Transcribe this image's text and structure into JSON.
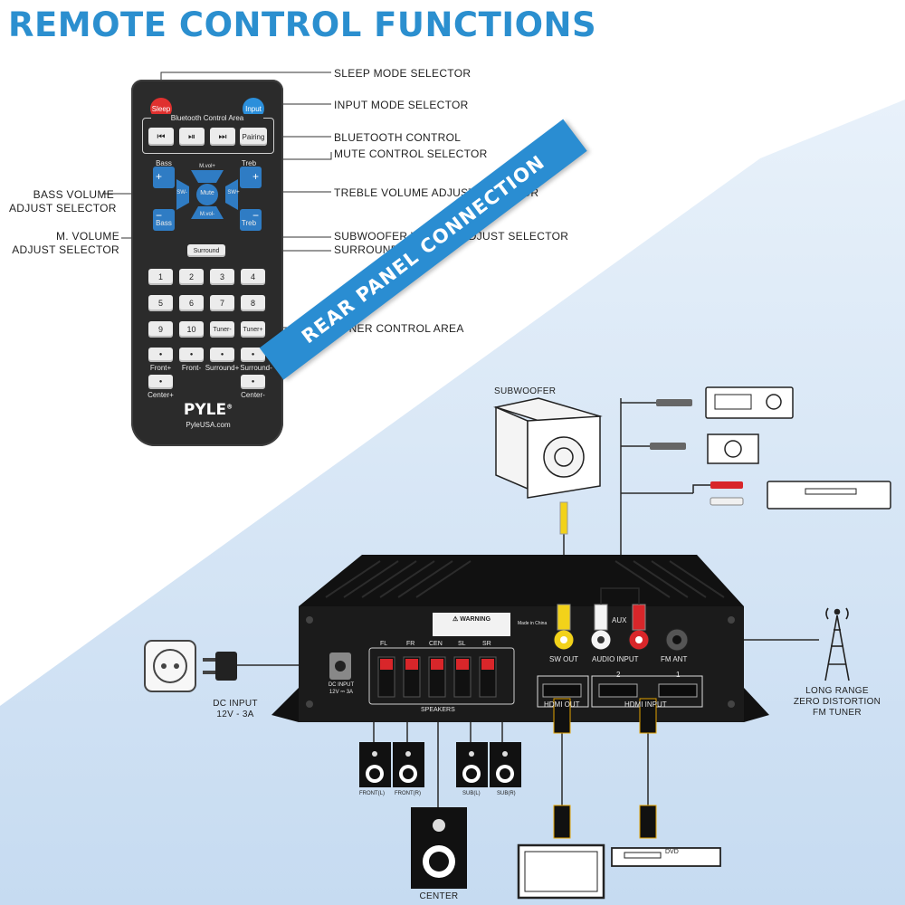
{
  "title": "REMOTE CONTROL FUNCTIONS",
  "band_text": "REAR PANEL CONNECTION",
  "callouts": {
    "sleep_mode": "SLEEP MODE SELECTOR",
    "input_mode": "INPUT MODE SELECTOR",
    "bluetooth": "BLUETOOTH CONTROL",
    "mute": "MUTE CONTROL SELECTOR",
    "treble": "TREBLE VOLUME ADJUST SELECTOR",
    "subwoofer": "SUBWOOFER VOLUME ADJUST SELECTOR",
    "surround": "SURROUND MODE",
    "tuner": "TUNER CONTROL AREA",
    "bass_1": "BASS VOLUME",
    "bass_2": "ADJUST SELECTOR",
    "mvol_1": "M. VOLUME",
    "mvol_2": "ADJUST SELECTOR"
  },
  "remote": {
    "sleep": "Sleep",
    "input": "Input",
    "bt_area": "Bluetooth Control Area",
    "bt_buttons": [
      "⏮",
      "⏯",
      "⏭"
    ],
    "pairing": "Pairing",
    "bass": "Bass",
    "treb": "Treb",
    "plus": "+",
    "minus": "−",
    "mvol_plus": "M.vol+",
    "mvol_minus": "M.vol-",
    "sw_minus": "SW-",
    "sw_plus": "SW+",
    "mute": "Mute",
    "surround": "Surround",
    "keys": [
      "1",
      "2",
      "3",
      "4",
      "5",
      "6",
      "7",
      "8",
      "9",
      "10",
      "Tuner-",
      "Tuner+"
    ],
    "dot": "●",
    "front_plus": "Front+",
    "front_minus": "Front-",
    "surround_plus": "Surround+",
    "surround_minus": "Surround-",
    "center_plus": "Center+",
    "center_minus": "Center-",
    "brand": "PYLE",
    "brand_reg": "®",
    "site": "PyleUSA.com"
  },
  "rear": {
    "subwoofer": "SUBWOOFER",
    "dc_input_title": "DC INPUT",
    "dc_input_spec": "12V - 3A",
    "panel_dc_1": "DC INPUT",
    "panel_dc_2": "12V ⎓ 3A",
    "channels": [
      "FL",
      "FR",
      "CEN",
      "SL",
      "SR"
    ],
    "speakers": "SPEAKERS",
    "sw_out": "SW OUT",
    "aux": "AUX",
    "audio_input": "AUDIO INPUT",
    "fm_ant": "FM ANT",
    "hdmi_out": "HDMI OUT",
    "hdmi_input": "HDMI INPUT",
    "hdmi_1": "1",
    "hdmi_2": "2",
    "made_in": "Made in China",
    "warning": "⚠ WARNING",
    "tuner_1": "LONG RANGE",
    "tuner_2": "ZERO DISTORTION",
    "tuner_3": "FM TUNER",
    "spk_front_l": "FRONT(L)",
    "spk_front_r": "FRONT(R)",
    "spk_sub_l": "SUB(L)",
    "spk_sub_r": "SUB(R)",
    "center": "CENTER",
    "dvd": "DVD"
  },
  "colors": {
    "title": "#2b8fcf",
    "band": "#2a8dd2",
    "sleep": "#e0312f",
    "input": "#2b8fdb",
    "remote_body": "#2b2b2b",
    "rca_yellow": "#f2d21a",
    "rca_red": "#d8262a",
    "rca_white": "#f4f4f4"
  }
}
